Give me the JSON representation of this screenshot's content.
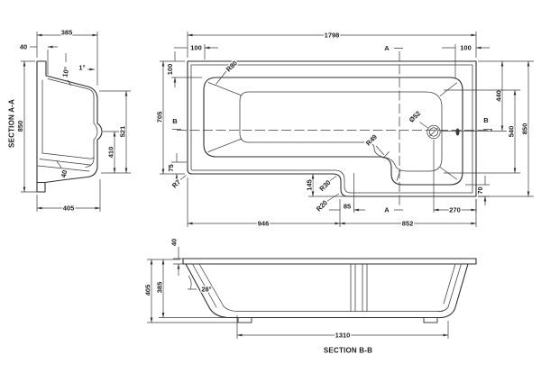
{
  "aa": {
    "title": "SECTION A-A",
    "width_top": "385",
    "lip": "40",
    "wall_angle": "10°",
    "draft_angle": "1°",
    "height": "850",
    "depth_rim": "521",
    "depth_water": "410",
    "base_thickness": "40",
    "width_bottom": "405"
  },
  "plan": {
    "length_overall": "1798",
    "rim_left": "100",
    "rim_left_vertical": "100",
    "rim_right": "100",
    "width_left": "705",
    "width_right": "850",
    "inner_width_right": "540",
    "drain_from_top": "440",
    "drain_from_right": "270",
    "rim_bottom_right": "70",
    "rim_bottom_left": "75",
    "step_depth": "145",
    "step_offset": "85",
    "length_left": "946",
    "length_right": "852",
    "r_corner": "R80",
    "r_inner_step": "R49",
    "r_step_top": "R30",
    "r_step_bottom": "R20",
    "r_outer": "R7",
    "drain_dia": "Ø52",
    "marker_a": "A",
    "marker_b": "B"
  },
  "bb": {
    "title": "SECTION B-B",
    "rim_thickness": "40",
    "height_overall": "405",
    "height_shell": "385",
    "wall_angle": "28°",
    "base_length": "1310"
  }
}
